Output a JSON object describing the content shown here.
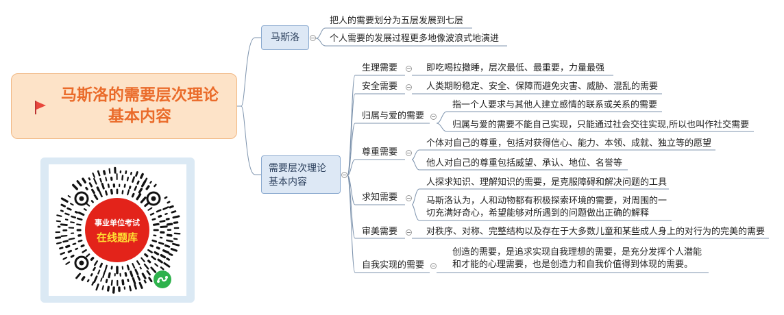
{
  "root": {
    "title_line1": "马斯洛的需要层次理论",
    "title_line2": "基本内容"
  },
  "maslow": {
    "label": "马斯洛",
    "points": [
      "把人的需要划分为五层发展到七层",
      "个人需要的发展过程更多地像波浪式地演进"
    ]
  },
  "theory": {
    "label_line1": "需要层次理论",
    "label_line2": "基本内容",
    "needs": [
      {
        "name": "生理需要",
        "descriptions": [
          "即吃喝拉撒睡，层次最低、最重要，力量最强"
        ]
      },
      {
        "name": "安全需要",
        "descriptions": [
          "人类期盼稳定、安全、保障而避免灾害、威胁、混乱的需要"
        ]
      },
      {
        "name": "归属与爱的需要",
        "descriptions": [
          "指一个人要求与其他人建立感情的联系或关系的需要",
          "归属与爱的需要不能自己实现，只能通过社会交往实现,所以也叫作社交需要"
        ]
      },
      {
        "name": "尊重需要",
        "descriptions": [
          "个体对自己的尊重，包括对获得信心、能力、本领、成就、独立等的愿望",
          "他人对自己的尊重包括威望、承认、地位、名誉等"
        ]
      },
      {
        "name": "求知需要",
        "descriptions": [
          "人探求知识、理解知识的需要，是克服障碍和解决问题的工具",
          "马斯洛认为，人和动物都有积极探索环境的需要，对周围的一切充满好奇心，希望能够对所遇到的问题做出正确的解释"
        ]
      },
      {
        "name": "审美需要",
        "descriptions": [
          "对秩序、对称、完整结构以及存在于大多数儿童和某些成人身上的对行为的完美的需要"
        ]
      },
      {
        "name": "自我实现的需要",
        "descriptions": [
          "创造的需要，是追求实现自我理想的需要，是充分发挥个人潜能和才能的心理需要，也是创造力和自我价值得到体现的需要。"
        ]
      }
    ]
  },
  "qr_badge": {
    "line1": "事业单位考试",
    "line2": "在线题库"
  },
  "colors": {
    "root_fill": "#fde3c8",
    "root_text": "#ea6b2a",
    "flag": "#e8473c",
    "l1_fill": "#dde8f5",
    "l1_border": "#8aa9cf",
    "line": "#7d93ad",
    "qr_badge": "#e3231a",
    "wechat_green": "#2eb24c"
  },
  "icons": [
    "flag-icon",
    "collapse-icon",
    "wechat-mini-program-icon"
  ]
}
